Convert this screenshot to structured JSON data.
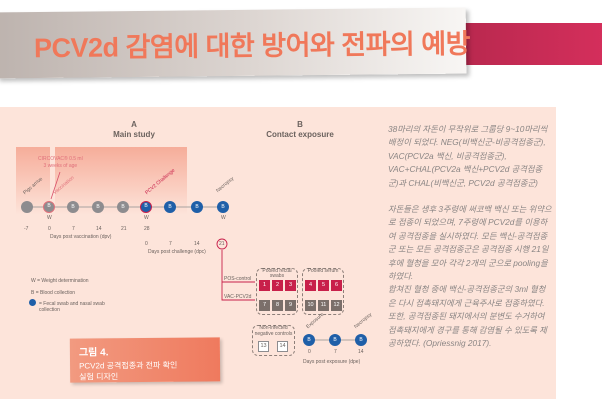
{
  "title": "PCV2d 감염에 대한 방어와 전파의 예방",
  "colors": {
    "accent": "#f0785a",
    "red": "#c8204a",
    "blue": "#1f5fa8",
    "gray": "#8d8c8f",
    "panel": "#fde4da"
  },
  "diagram": {
    "a_letter": "A",
    "a_title": "Main study",
    "b_letter": "B",
    "b_title": "Contact exposure",
    "circovac": "CIRCOVAC® 0.5 ml",
    "weeks": "3 weeks of age",
    "pigs_arrive": "Pigs arrive",
    "vaccination": "Vaccination",
    "challenge": "PCV2 Challenge",
    "necropsy": "Necropsy",
    "dot_letter": "B",
    "w": "W",
    "dpv_ticks": [
      "-7",
      "0",
      "7",
      "14",
      "21",
      "28"
    ],
    "dpv_label": "Days post vaccination (dpv)",
    "dpc_ticks": [
      "0",
      "7",
      "14",
      "21"
    ],
    "dpc_label": "Days post challenge (dpc)",
    "pos_control": "POS-control",
    "vac_pcv2d": "VAC-PCV2d",
    "pooled_rectal": "Pooled rectal swabs",
    "pooled_serum": "Pooled serum",
    "rectal_row1": [
      "1",
      "2",
      "3"
    ],
    "rectal_row2": [
      "7",
      "8",
      "9"
    ],
    "serum_row1": [
      "4",
      "5",
      "6"
    ],
    "serum_row2": [
      "10",
      "11",
      "12"
    ],
    "neg_controls": "Non-infected negative controls",
    "neg_boxes": [
      "13",
      "14"
    ],
    "exposure": "Exposure",
    "necropsy2": "Necropsy",
    "dpe_ticks": [
      "0",
      "7",
      "14"
    ],
    "dpe_label": "Days post exposure (dpe)",
    "legend": {
      "w": "W = Weight determination",
      "b": "B = Blood collection",
      "swab": "= Fecal swab and nasal swab collection"
    }
  },
  "caption": {
    "fig": "그림 4.",
    "line1": "PCV2d 공격접종과 전파 확인",
    "line2": "실험 디자인"
  },
  "body": {
    "p1": "38마리의 자돈이 무작위로 그룹당 9~10마리씩 배정이 되었다. NEG(비백신군-비공격접종군), VAC(PCV2a 백신, 비공격접종군), VAC+CHAL(PCV2a 백신+PCV2d 공격접종군)과 CHAL(비백신군, PCV2d 공격접종군)",
    "p2": "자돈들은 생후 3주령에 써코백 백신 또는 위약으로 접종이 되었으며, 7주령에 PCV2d를 이용하여 공격접종을 실시하였다. 모든 백신-공격접종군 또는 모든 공격접종군은 공격접종 시행 21일 후에 혈청을 모아 각각 2개의 군으로 pooling을 하였다.",
    "p3": "합쳐진 혈청 중에 백신-공격접종군의 3ml 혈청은 다시 접촉돼지에게 근육주사로 접종하였다. 또한, 공격접종된 돼지에서의 분변도 수거하여 접촉돼지에게 경구를 통해 감염될 수 있도록 제공하였다. (Opriessnig 2017)."
  }
}
